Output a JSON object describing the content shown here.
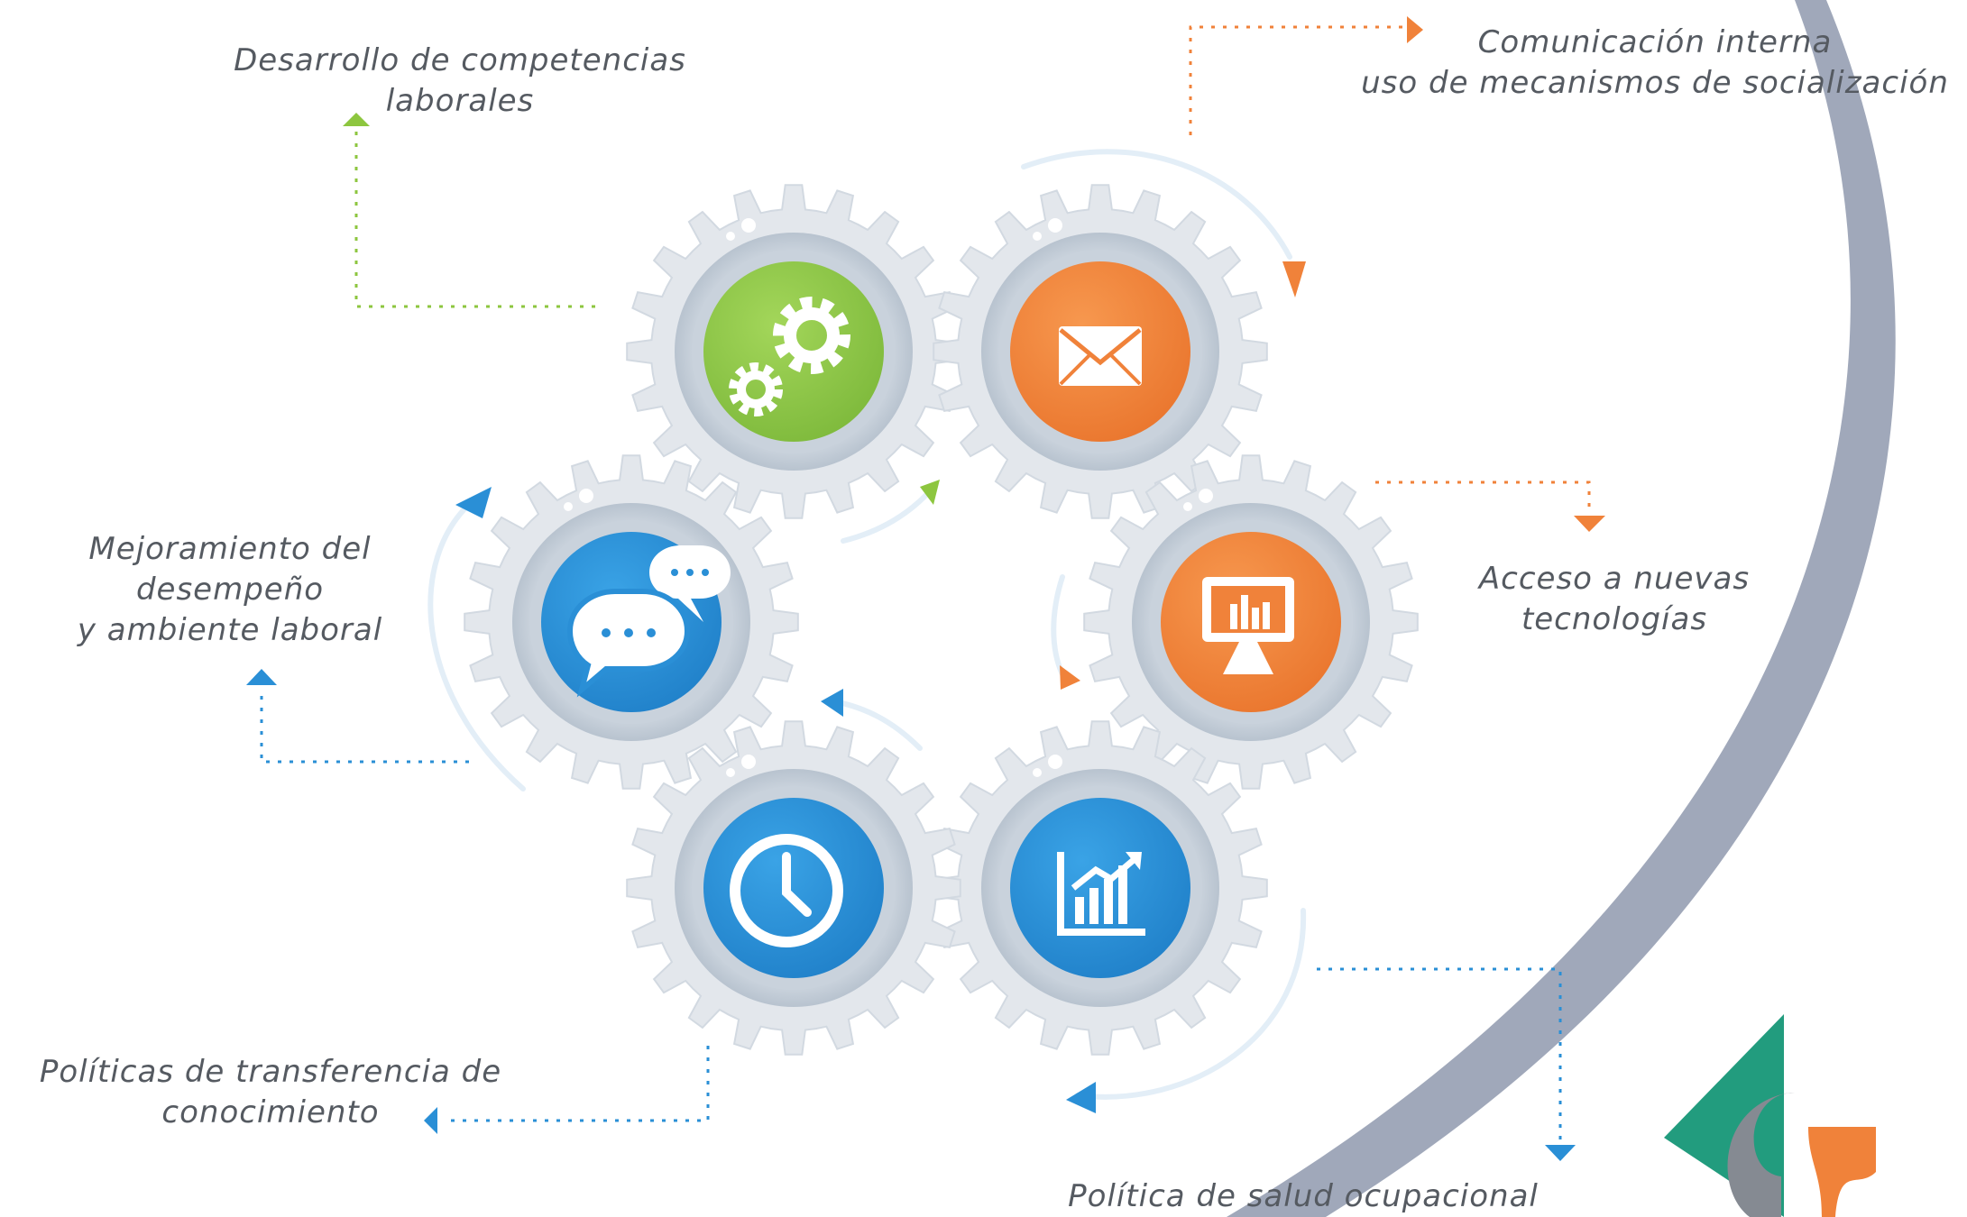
{
  "colors": {
    "green": "#8dc63f",
    "orange": "#f0823a",
    "blue": "#2a8fd6",
    "gear": "#e4e8ec",
    "gear_ring": "#c6ced8",
    "band": "#a0a8ba",
    "logo_green": "#229c7e",
    "logo_gray": "#858a92"
  },
  "nodes": [
    {
      "id": "competencias",
      "icon": "gears-icon",
      "color": "orange_or_green",
      "lines": [
        "Desarrollo de competencias",
        "laborales"
      ]
    },
    {
      "id": "comunicacion",
      "icon": "envelope-icon",
      "lines": [
        "Comunicación interna",
        "uso de mecanismos de socialización"
      ]
    },
    {
      "id": "tecnologias",
      "icon": "monitor-chart-icon",
      "lines": [
        "Acceso a nuevas",
        "tecnologías"
      ]
    },
    {
      "id": "salud",
      "icon": "growth-chart-icon",
      "lines": [
        "Política de salud ocupacional"
      ]
    },
    {
      "id": "transferencia",
      "icon": "clock-icon",
      "lines": [
        "Políticas de transferencia de",
        "conocimiento"
      ]
    },
    {
      "id": "desempeno",
      "icon": "chat-bubbles-icon",
      "lines": [
        "Mejoramiento del",
        "desempeño",
        "y ambiente laboral"
      ]
    }
  ]
}
